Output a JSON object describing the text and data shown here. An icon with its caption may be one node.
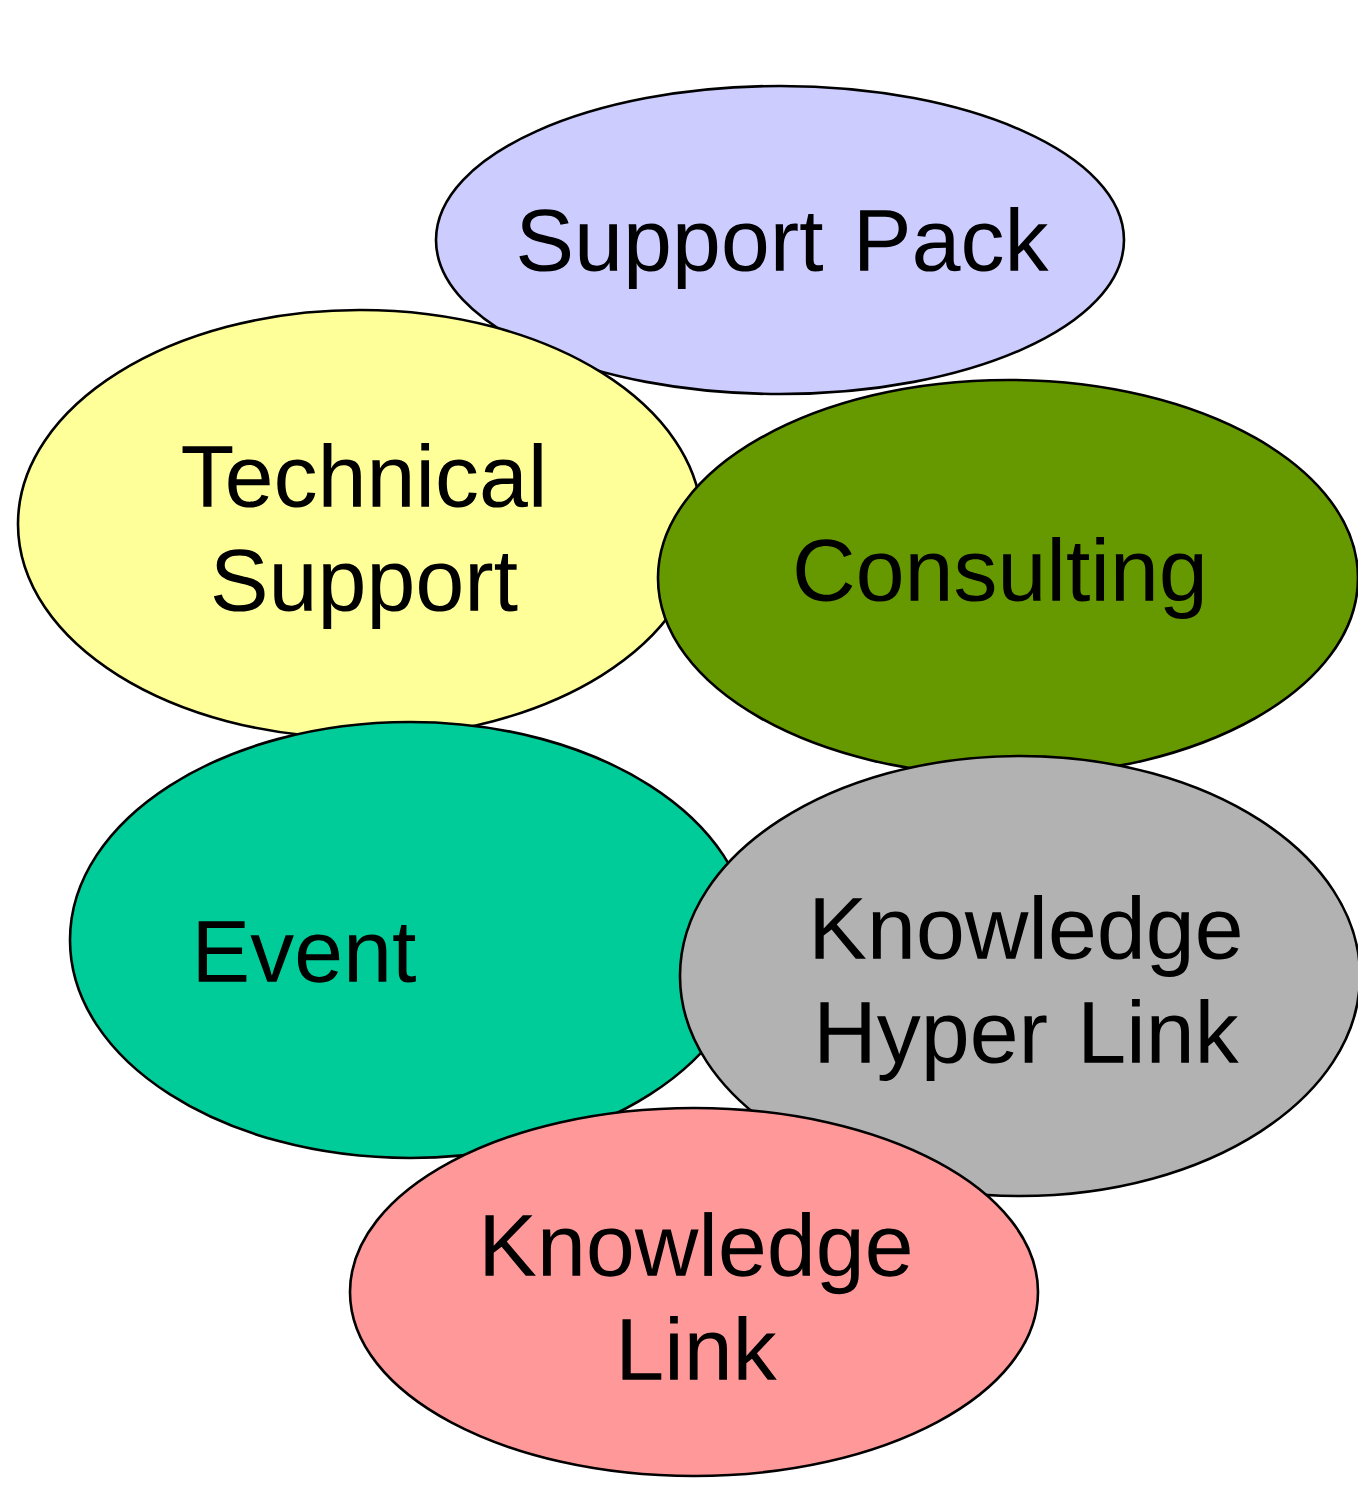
{
  "diagram": {
    "nodes": [
      {
        "text": [
          "Support Pack"
        ]
      },
      {
        "text": [
          "Technical Support"
        ]
      },
      {
        "text": [
          "Consulting"
        ]
      },
      {
        "text": [
          "Event"
        ]
      },
      {
        "text": [
          "Knowledge Hyper Link"
        ]
      },
      {
        "text": [
          "Knowledge Link"
        ]
      }
    ]
  }
}
